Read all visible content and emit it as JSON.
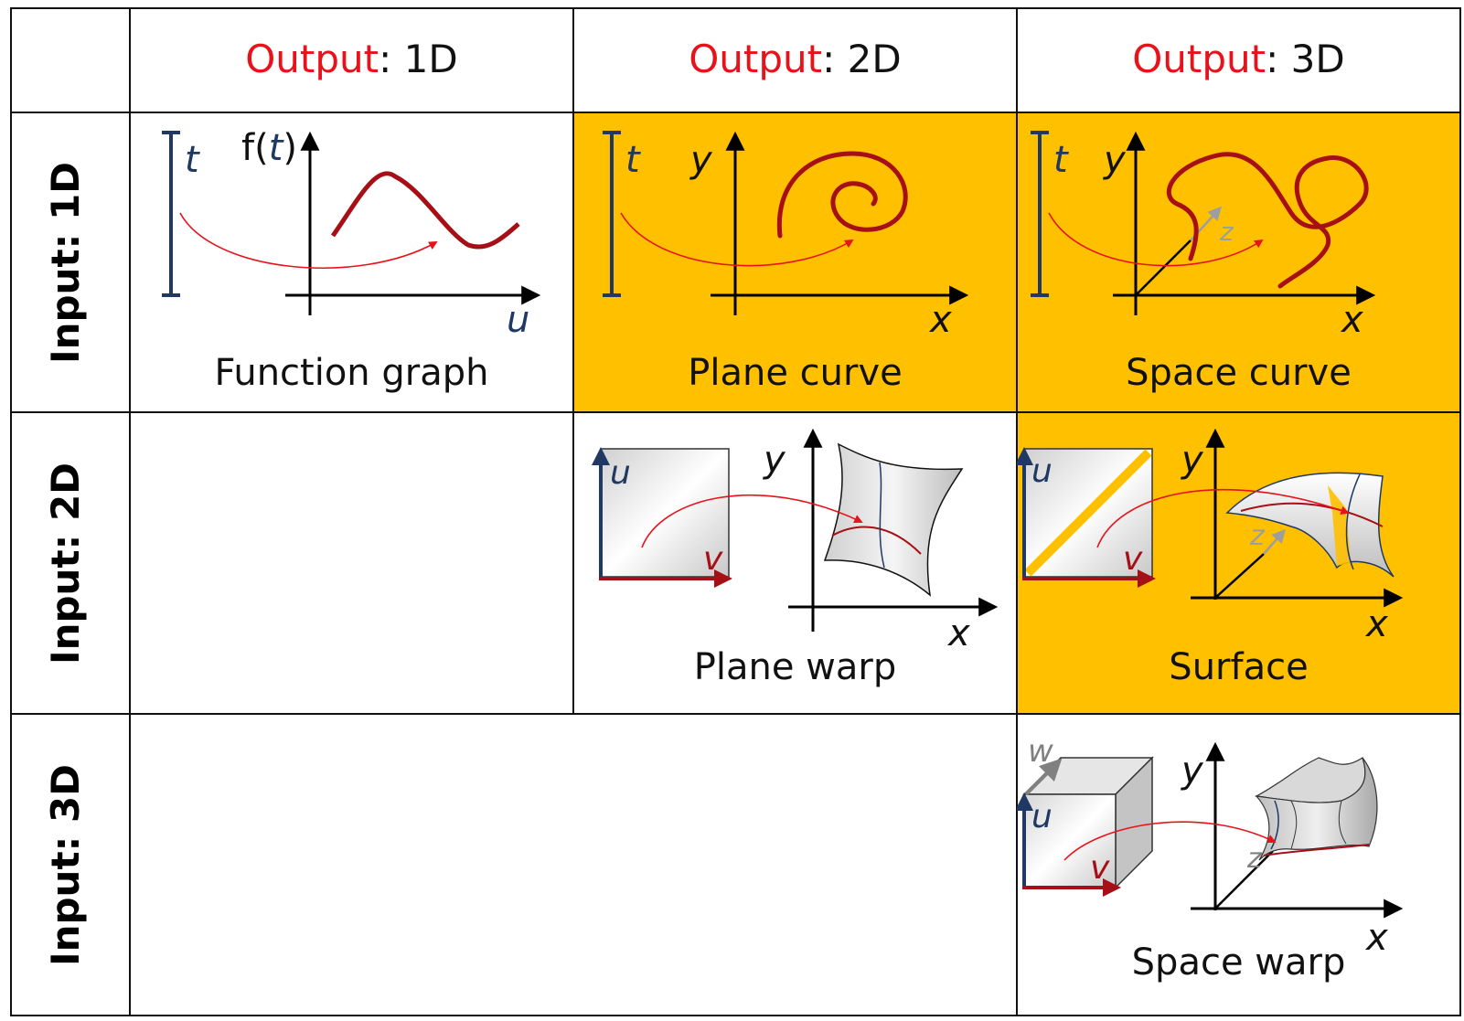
{
  "colors": {
    "highlight": "#ffc000",
    "curve": "#a50f15",
    "arrow": "#e8121a",
    "axis": "#1f3864",
    "grid_line": "#111111"
  },
  "columns": [
    {
      "output_word": "Output",
      "dim": ": 1D"
    },
    {
      "output_word": "Output",
      "dim": ": 2D"
    },
    {
      "output_word": "Output",
      "dim": ": 3D"
    }
  ],
  "rows": [
    {
      "label": "Input: 1D"
    },
    {
      "label": "Input: 2D"
    },
    {
      "label": "Input: 3D"
    }
  ],
  "cells": {
    "function_graph": {
      "caption": "Function graph",
      "param": "t",
      "f_prefix": "f(",
      "f_arg": "t",
      "f_suffix": ")",
      "axis_x": "u",
      "highlighted": false
    },
    "plane_curve": {
      "caption": "Plane curve",
      "param": "t",
      "axis_x": "x",
      "axis_y": "y",
      "highlighted": true
    },
    "space_curve": {
      "caption": "Space curve",
      "param": "t",
      "axis_x": "x",
      "axis_y": "y",
      "axis_z": "z",
      "highlighted": true
    },
    "plane_warp": {
      "caption": "Plane warp",
      "axis_u": "u",
      "axis_v": "v",
      "axis_x": "x",
      "axis_y": "y",
      "highlighted": false
    },
    "surface": {
      "caption": "Surface",
      "axis_u": "u",
      "axis_v": "v",
      "axis_x": "x",
      "axis_y": "y",
      "axis_z": "z",
      "highlighted": true
    },
    "space_warp": {
      "caption": "Space warp",
      "axis_u": "u",
      "axis_v": "v",
      "axis_w": "w",
      "axis_x": "x",
      "axis_y": "y",
      "axis_z": "z",
      "highlighted": false
    }
  }
}
